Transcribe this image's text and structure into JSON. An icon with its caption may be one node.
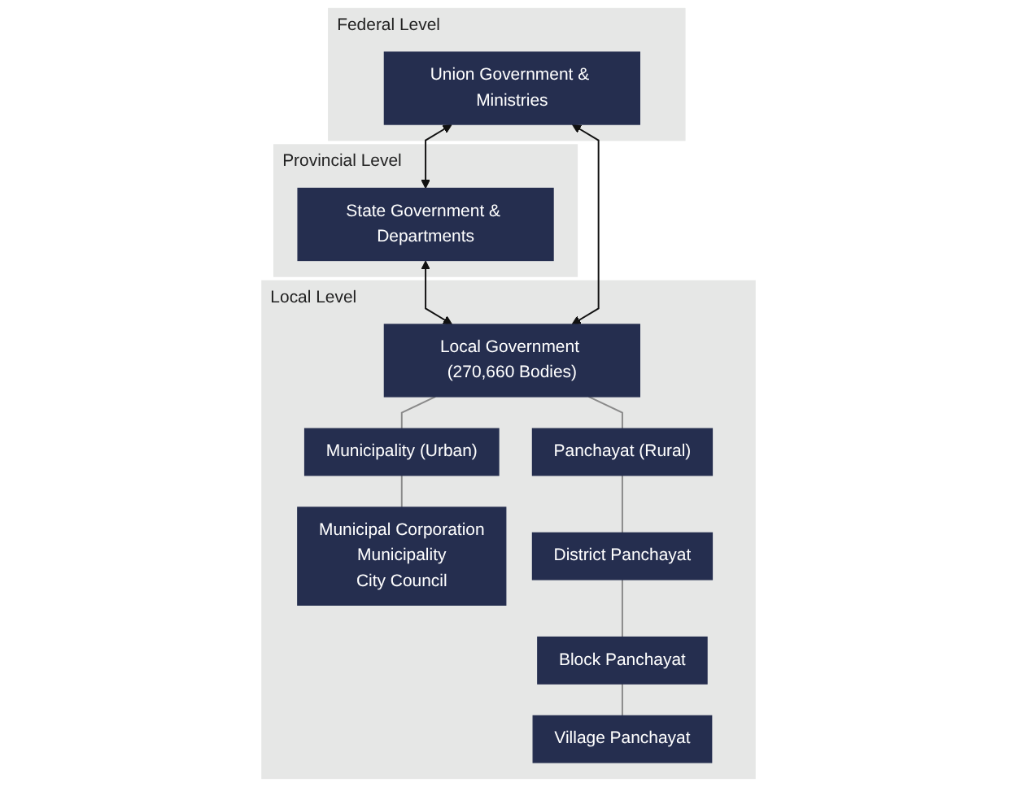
{
  "diagram": {
    "nodes": [
      {
        "text": [
          "Federal Level"
        ]
      },
      {
        "text": [
          "Union Government & Ministries"
        ],
        "in": 0
      },
      {
        "text": [
          "Provincial Level"
        ]
      },
      {
        "text": [
          "State Government & Departments"
        ],
        "in": 2
      },
      {
        "text": [
          "Local Level"
        ]
      },
      {
        "text": [
          "Local Government (270,660 Bodies)"
        ],
        "in": 4
      },
      {
        "text": [
          "Municipality (Urban)"
        ],
        "in": 4
      },
      {
        "text": [
          "Panchayat (Rural)"
        ],
        "in": 4
      },
      {
        "text": [
          "Municipal Corporation",
          "Municipality",
          "City Council"
        ],
        "in": 4
      },
      {
        "text": [
          "District Panchayat"
        ],
        "in": 4
      },
      {
        "text": [
          "Block Panchayat"
        ],
        "in": 4
      },
      {
        "text": [
          "Village Panchayat"
        ],
        "in": 4
      }
    ],
    "edges": [
      {
        "from": 1,
        "to": 3,
        "arrow": "both",
        "color": "#111111"
      },
      {
        "from": 3,
        "to": 5,
        "arrow": "both",
        "color": "#111111"
      },
      {
        "from": 1,
        "to": 5,
        "arrow": "both",
        "color": "#111111"
      },
      {
        "from": 5,
        "to": 6,
        "arrow": "none"
      },
      {
        "from": 5,
        "to": 7,
        "arrow": "none"
      },
      {
        "from": 6,
        "to": 8,
        "arrow": "none"
      },
      {
        "from": 7,
        "to": 9,
        "arrow": "none"
      },
      {
        "from": 9,
        "to": 10,
        "arrow": "none"
      },
      {
        "from": 10,
        "to": 11,
        "arrow": "none"
      }
    ]
  }
}
